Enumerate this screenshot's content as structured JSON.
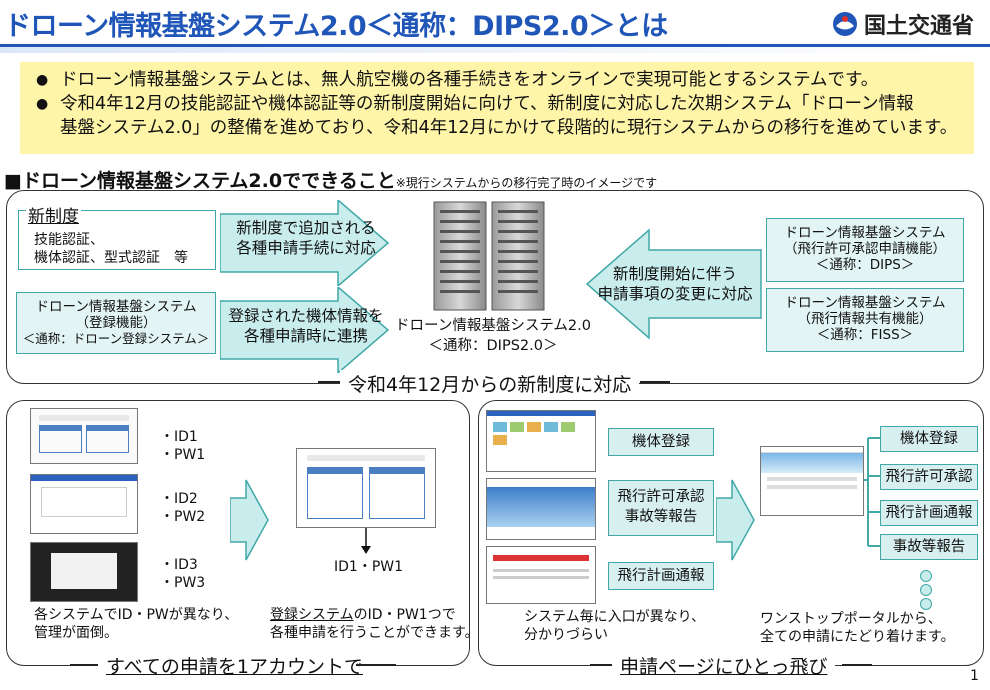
{
  "header": {
    "title": "ドローン情報基盤システム2.0＜通称：DIPS2.0＞とは",
    "logo_text": "国土交通省"
  },
  "intro": {
    "bullet1": "ドローン情報基盤システムとは、無人航空機の各種手続きをオンラインで実現可能とするシステムです。",
    "bullet2_line1": "令和4年12月の技能認証や機体認証等の新制度開始に向けて、新制度に対応した次期システム「ドローン情報",
    "bullet2_line2": "基盤システム2.0」の整備を進めており、令和4年12月にかけて段階的に現行システムからの移行を進めています。"
  },
  "section": {
    "title": "■ドローン情報基盤システム2.0でできること",
    "note": "※現行システムからの移行完了時のイメージです"
  },
  "top_panel": {
    "shinseido_title": "新制度",
    "shinseido_line1": "技能認証、",
    "shinseido_line2": "機体認証、型式認証　等",
    "toroku_line1": "ドローン情報基盤システム",
    "toroku_line2": "（登録機能）",
    "toroku_line3": "＜通称：ドローン登録システム＞",
    "arrow1_line1": "新制度で追加される",
    "arrow1_line2": "各種申請手続に対応",
    "arrow2_line1": "登録された機体情報を",
    "arrow2_line2": "各種申請時に連携",
    "server_line1": "ドローン情報基盤システム2.0",
    "server_line2": "＜通称：DIPS2.0＞",
    "arrow3_line1": "新制度開始に伴う",
    "arrow3_line2": "申請事項の変更に対応",
    "dips_line1": "ドローン情報基盤システム",
    "dips_line2": "（飛行許可承認申請機能）",
    "dips_line3": "＜通称：DIPS＞",
    "fiss_line1": "ドローン情報基盤システム",
    "fiss_line2": "（飛行情報共有機能）",
    "fiss_line3": "＜通称：FISS＞",
    "caption": "令和4年12月からの新制度に対応"
  },
  "left_panel": {
    "id1": "・ID1",
    "pw1": "・PW1",
    "id2": "・ID2",
    "pw2": "・PW2",
    "id3": "・ID3",
    "pw3": "・PW3",
    "result_id": "ID1・PW1",
    "note_left_line1": "各システムでID・PWが異なり、",
    "note_left_line2": "管理が面倒。",
    "note_right_pre": "登録システム",
    "note_right_post": "のID・PW1つで",
    "note_right_line2": "各種申請を行うことができます。",
    "caption": "すべての申請を1アカウントで"
  },
  "right_panel": {
    "btn1": "機体登録",
    "btn2_line1": "飛行許可承認",
    "btn2_line2": "事故等報告",
    "btn3": "飛行計画通報",
    "note_left_line1": "システム毎に入口が異なり、",
    "note_left_line2": "分かりづらい",
    "out1": "機体登録",
    "out2": "飛行許可承認",
    "out3": "飛行計画通報",
    "out4": "事故等報告",
    "note_right_line1": "ワンストップポータルから、",
    "note_right_line2": "全ての申請にたどり着けます。",
    "caption": "申請ページにひとっ飛び"
  },
  "page_number": "1",
  "colors": {
    "title_blue": "#1f56b8",
    "banner_yellow": "#fff5a8",
    "teal_border": "#41a8a8",
    "teal_fill": "#e3f4f4",
    "arrow_fill": "#c9ecec"
  }
}
